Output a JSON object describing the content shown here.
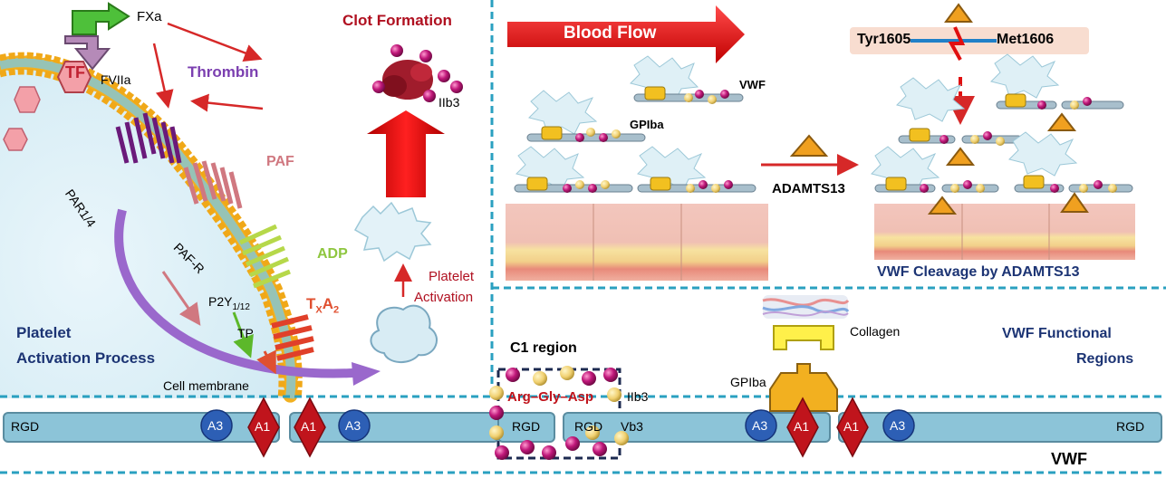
{
  "panel_left": {
    "title_line1": "Platelet",
    "title_line2": "Activation Process",
    "cell_membrane": "Cell membrane",
    "fxa": "FXa",
    "tf": "TF",
    "fviia": "FVIIa",
    "thrombin": "Thrombin",
    "par14": "PAR1/4",
    "paf": "PAF",
    "pafr": "PAF-R",
    "adp": "ADP",
    "p2y": "P2Y",
    "p2y_sub": "1/12",
    "tp": "TP",
    "txa_main": "T",
    "txa_sub1": "X",
    "txa_rest": "A",
    "txa_sub2": "2",
    "clot": "Clot Formation",
    "iib3": "IIb3",
    "platelet_act1": "Platelet",
    "platelet_act2": "Activation"
  },
  "panel_right_top": {
    "blood_flow": "Blood Flow",
    "vwf": "VWF",
    "gpiba": "GPIba",
    "adamts13": "ADAMTS13",
    "tyr": "Tyr1605",
    "met": "Met1606",
    "cleavage_title": "VWF Cleavage by ADAMTS13"
  },
  "panel_right_bottom": {
    "title_line1": "VWF Functional",
    "title_line2": "Regions",
    "collagen": "Collagen",
    "gpiba": "GPIba",
    "c1_region": "C1 region",
    "rgd_seq": "Arg–Gly–Asp",
    "iib3": "IIb3",
    "vb3": "Vb3"
  },
  "vwf_bar": {
    "label": "VWF",
    "rgd": "RGD",
    "a1": "A1",
    "a3": "A3"
  },
  "colors": {
    "dash_blue": "#2aa0c0",
    "bar_fill": "#8cc4d8",
    "a1_red": "#c0141c",
    "a3_blue": "#2d5fb5",
    "title_navy": "#1c3474",
    "arrow_red": "#d62828",
    "thrombin_purple": "#7b3fb0",
    "adp_green": "#8ec63f",
    "paf_pink": "#d07880"
  }
}
